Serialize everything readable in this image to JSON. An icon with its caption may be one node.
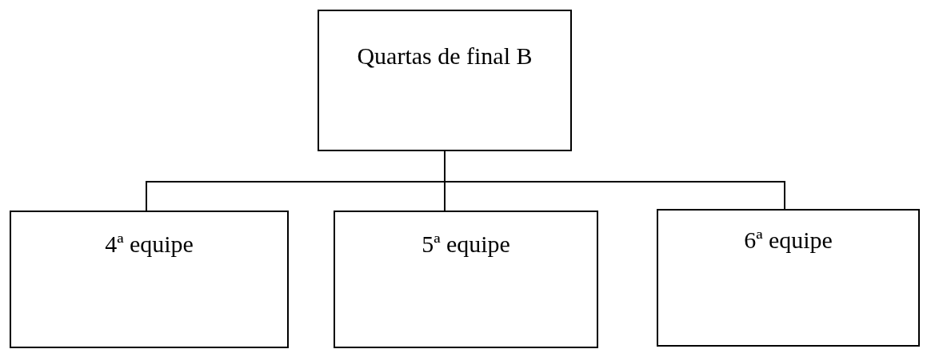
{
  "diagram": {
    "nodes": [
      {
        "text": [
          "Quartas de final B"
        ]
      },
      {
        "text": [
          "4ª equipe"
        ]
      },
      {
        "text": [
          "5ª equipe"
        ]
      },
      {
        "text": [
          "6ª equipe"
        ]
      }
    ],
    "edges": [
      {
        "from": 0,
        "to": 1,
        "arrow": "none"
      },
      {
        "from": 0,
        "to": 2,
        "arrow": "none"
      },
      {
        "from": 0,
        "to": 3,
        "arrow": "none"
      }
    ]
  }
}
